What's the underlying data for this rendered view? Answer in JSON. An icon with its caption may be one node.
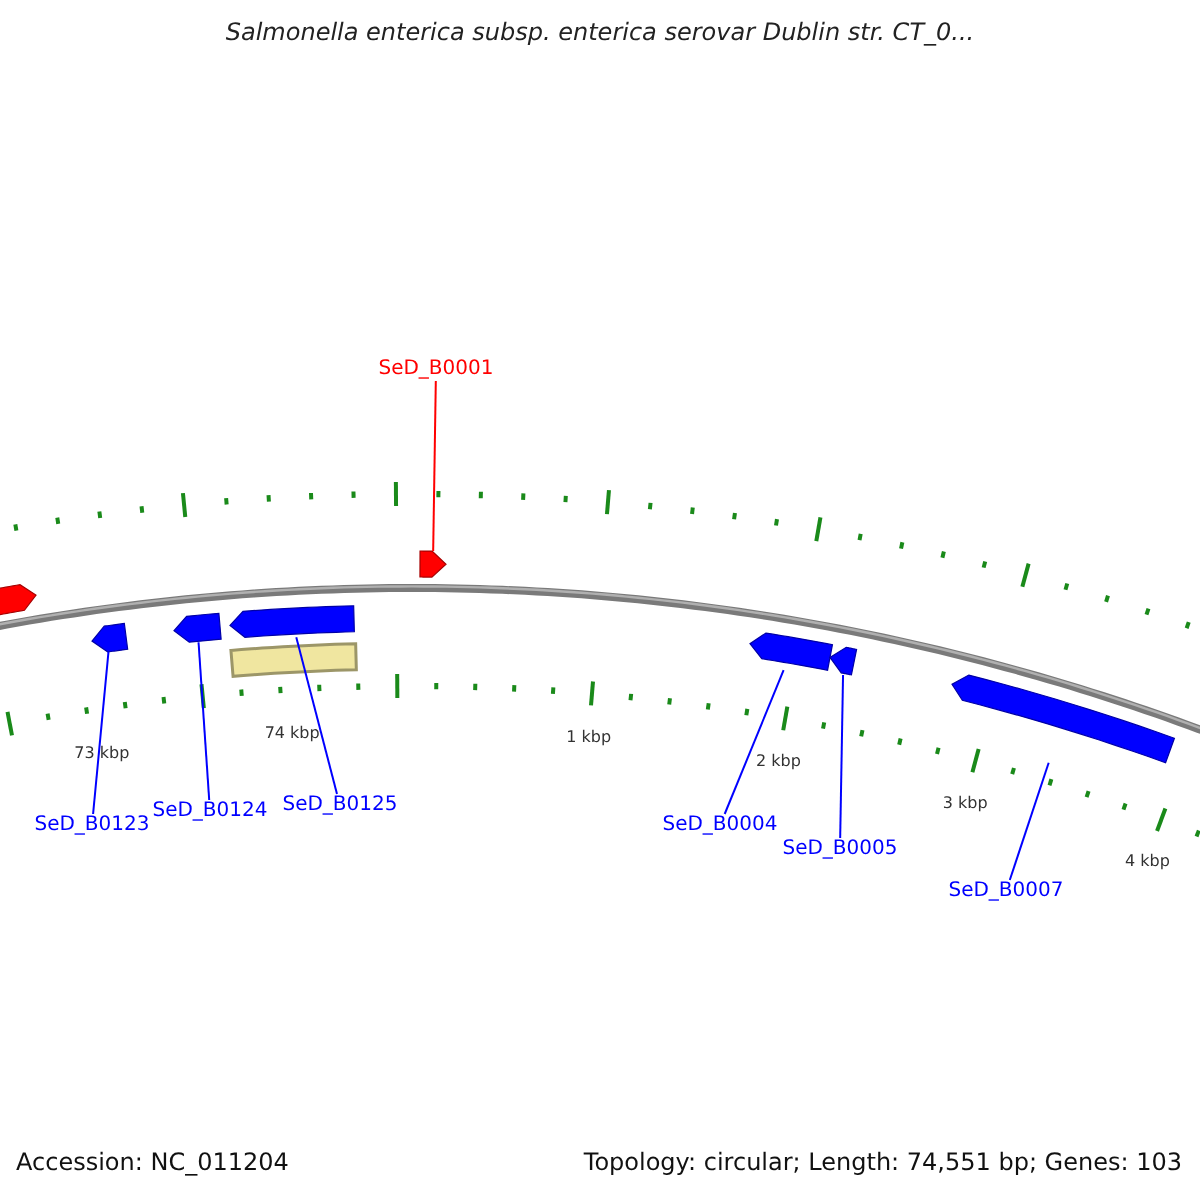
{
  "diagram": {
    "title": "Salmonella enterica subsp. enterica serovar Dublin str. CT_0...",
    "nodes": [
      {
        "text": [
          "SeD_B0001"
        ]
      },
      {
        "text": [],
        "shape": "bar"
      },
      {
        "text": [],
        "shape": "bar"
      },
      {
        "text": [
          "SeD_B0123"
        ]
      },
      {
        "text": [],
        "shape": "bar"
      },
      {
        "text": [
          "SeD_B0124"
        ]
      },
      {
        "text": [],
        "shape": "bar"
      },
      {
        "text": [
          "SeD_B0125"
        ]
      },
      {
        "text": [],
        "shape": "bar"
      },
      {
        "text": [],
        "shape": "bar"
      },
      {
        "text": [
          "SeD_B0004"
        ]
      },
      {
        "text": [],
        "shape": "bar"
      },
      {
        "text": [
          "SeD_B0005"
        ]
      },
      {
        "text": [],
        "shape": "bar"
      },
      {
        "text": [
          "SeD_B0007"
        ]
      },
      {
        "text": [],
        "shape": "bar"
      }
    ],
    "edges": [
      {
        "from": 0,
        "to": 1,
        "arrow": "none",
        "color": "#ff0000"
      },
      {
        "from": 3,
        "to": 4,
        "arrow": "none"
      },
      {
        "from": 5,
        "to": 6,
        "arrow": "none"
      },
      {
        "from": 7,
        "to": 8,
        "arrow": "none"
      },
      {
        "from": 10,
        "to": 11,
        "arrow": "none"
      },
      {
        "from": 12,
        "to": 13,
        "arrow": "none"
      },
      {
        "from": 14,
        "to": 15,
        "arrow": "none"
      }
    ],
    "labels": [
      "73 kbp",
      "74 kbp",
      "1 kbp",
      "2 kbp",
      "3 kbp",
      "4 kbp",
      "Accession: NC_011204",
      "Topology: circular; Length: 74,551 bp; Genes: 103"
    ]
  }
}
